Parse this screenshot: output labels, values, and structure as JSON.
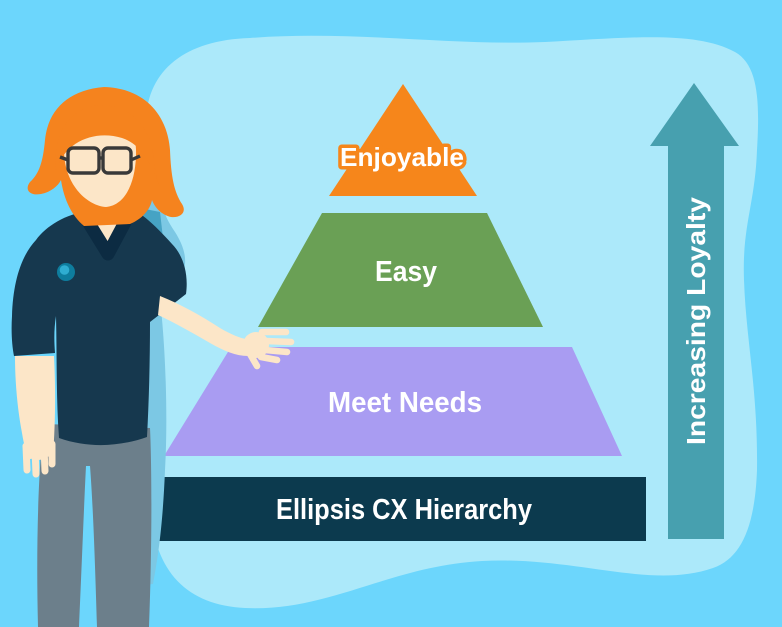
{
  "scene": {
    "background_color": "#6CD6FC",
    "panel_color": "#ACE9FA"
  },
  "pyramid": {
    "levels": [
      {
        "label": "Enjoyable",
        "color": "#F6861B",
        "text_color": "#FFFFFF",
        "outline_color": "#F6861B"
      },
      {
        "label": "Easy",
        "color": "#6AA055",
        "text_color": "#FFFFFF"
      },
      {
        "label": "Meet Needs",
        "color": "#A99CF2",
        "text_color": "#FFFFFF"
      }
    ],
    "banner": {
      "label": "Ellipsis CX Hierarchy",
      "color": "#0C3A4E",
      "text_color": "#FFFFFF"
    }
  },
  "arrow": {
    "label": "Increasing Loyalty",
    "color": "#47A0AF",
    "text_color": "#FFFFFF"
  },
  "person": {
    "hair_color": "#F5831E",
    "skin_color": "#FCE6C8",
    "shirt_color": "#16384E",
    "collar_color": "#0C2B42",
    "pants_color": "#6C7F8B",
    "badge_outer_color": "#0E7D9E",
    "badge_inner_color": "#2FADD1",
    "glasses_color": "#393939",
    "shadow_color": "#7CC8E4",
    "shadow_dark_color": "#46A3C4"
  }
}
